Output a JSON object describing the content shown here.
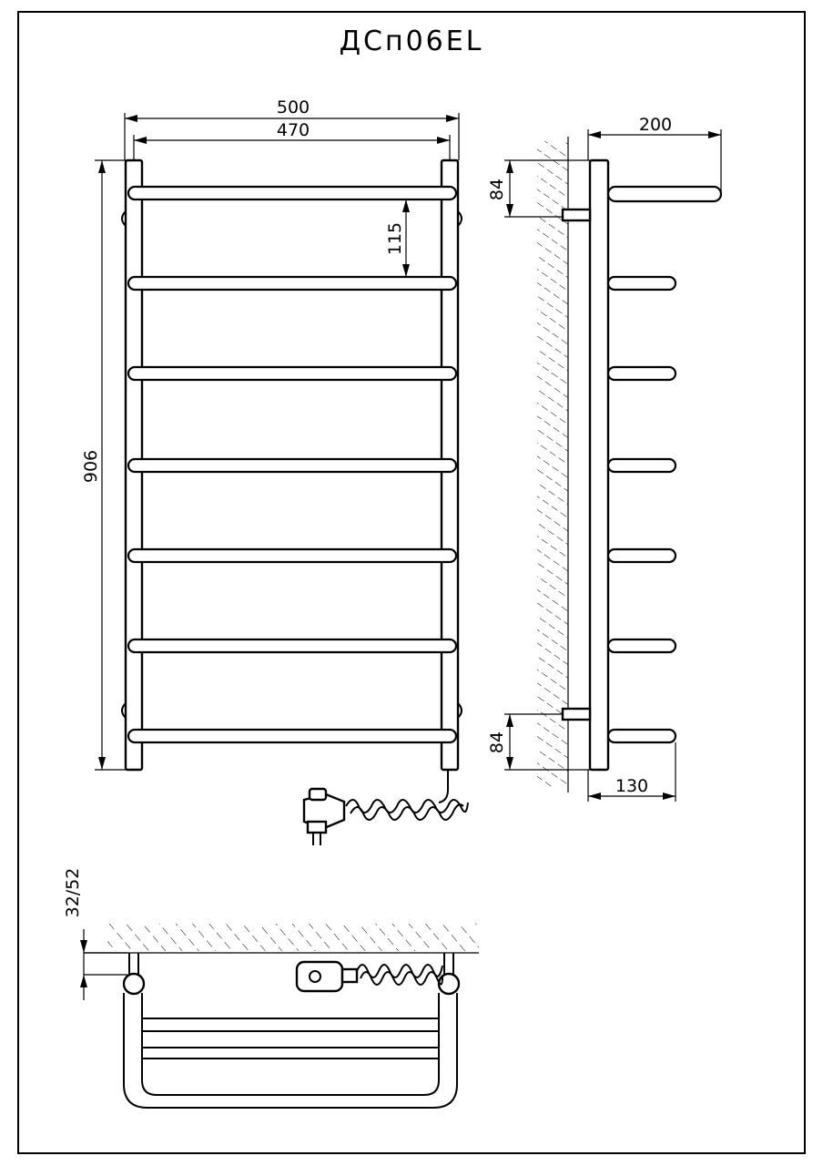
{
  "title": "ДСп06EL",
  "dimensions": {
    "overall_width": "500",
    "axis_width": "470",
    "rung_spacing": "115",
    "overall_height": "906",
    "wall_offset_top": "84",
    "wall_offset_bottom": "84",
    "top_rail_depth": "200",
    "rung_depth": "130",
    "wall_distance": "32/52"
  }
}
